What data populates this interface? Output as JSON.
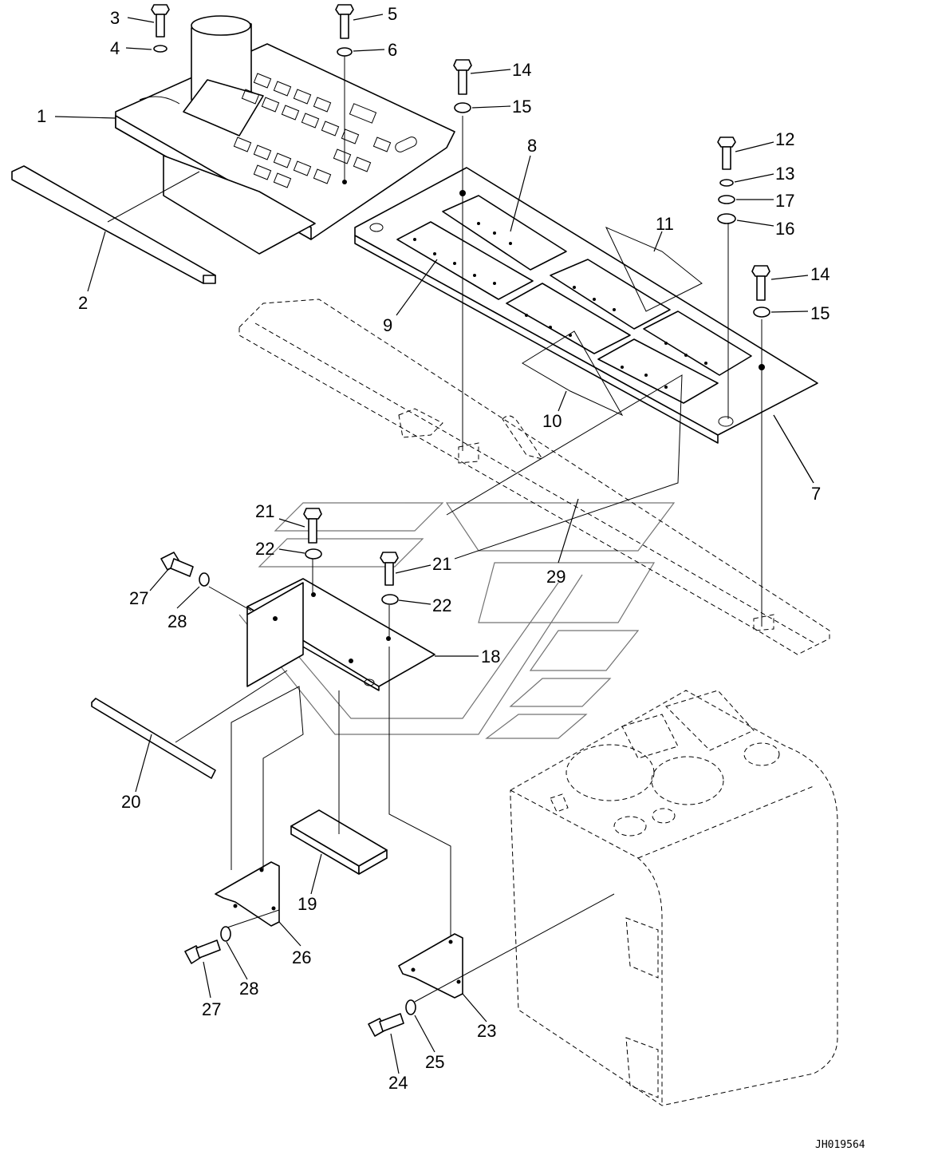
{
  "drawing_code": "JH019564",
  "labels": {
    "p1": "1",
    "p2": "2",
    "p3": "3",
    "p4": "4",
    "p5": "5",
    "p6": "6",
    "p7": "7",
    "p8": "8",
    "p9": "9",
    "p10": "10",
    "p11": "11",
    "p12": "12",
    "p13": "13",
    "p14a": "14",
    "p15a": "15",
    "p14b": "14",
    "p15b": "15",
    "p16": "16",
    "p17": "17",
    "p18": "18",
    "p19": "19",
    "p20": "20",
    "p21a": "21",
    "p21b": "21",
    "p22a": "22",
    "p22b": "22",
    "p23": "23",
    "p24": "24",
    "p25": "25",
    "p26": "26",
    "p27a": "27",
    "p27b": "27",
    "p28a": "28",
    "p28b": "28",
    "p29": "29"
  }
}
